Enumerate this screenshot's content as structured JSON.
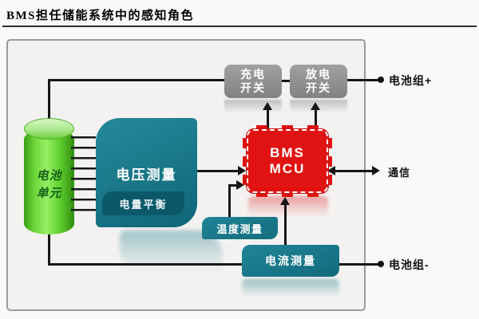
{
  "title": "BMS担任储能系统中的感知角色",
  "nodes": {
    "battery_cell": {
      "line1": "电池",
      "line2": "单元"
    },
    "voltage_measure": {
      "label": "电压测量"
    },
    "charge_balance": {
      "label": "电量平衡"
    },
    "charge_switch": {
      "line1": "充电",
      "line2": "开关"
    },
    "discharge_switch": {
      "line1": "放电",
      "line2": "开关"
    },
    "bms_mcu": {
      "line1": "BMS",
      "line2": "MCU"
    },
    "temp_measure": {
      "label": "温度测量"
    },
    "current_measure": {
      "label": "电流测量"
    }
  },
  "external": {
    "battery_pack_plus": "电池组+",
    "communication": "通信",
    "battery_pack_minus": "电池组-"
  },
  "colors": {
    "teal": "#1b7a8b",
    "teal_dark": "#0b5868",
    "switch_gray": "#8f8f8f",
    "mcu_red": "#e11212",
    "cell_green": "#6fd73c",
    "cell_text_green": "#17611a",
    "line_black": "#161616"
  }
}
